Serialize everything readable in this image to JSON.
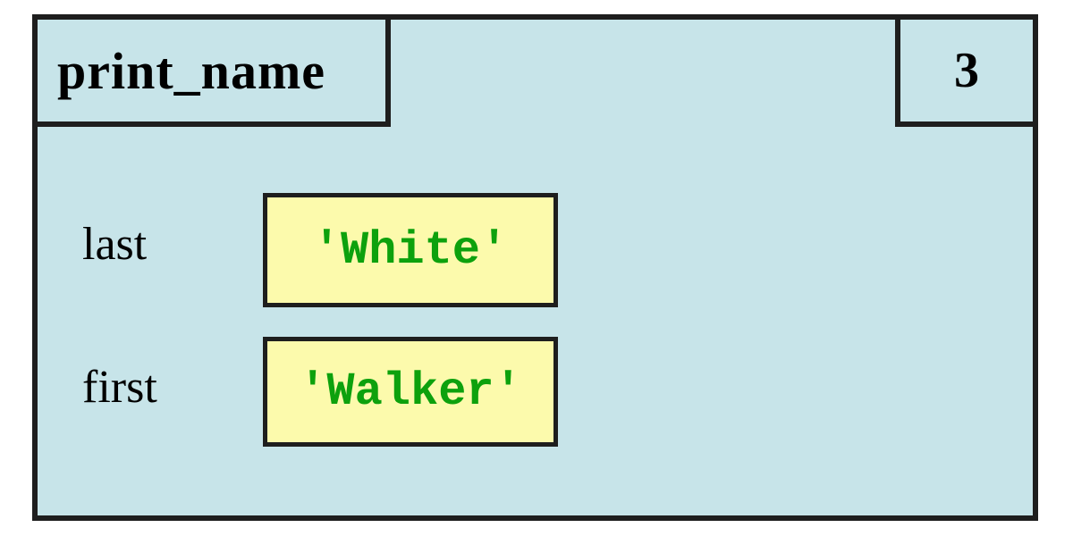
{
  "frame": {
    "function_name": "print_name",
    "line_number": "3",
    "variables": [
      {
        "name": "last",
        "value": "'White'"
      },
      {
        "name": "first",
        "value": "'Walker'"
      }
    ]
  },
  "colors": {
    "frame_fill": "#c7e4e9",
    "border_color": "#1e1e1e",
    "value_fill": "#fcfaac",
    "value_text": "#0da10d",
    "label_text": "#000000"
  }
}
